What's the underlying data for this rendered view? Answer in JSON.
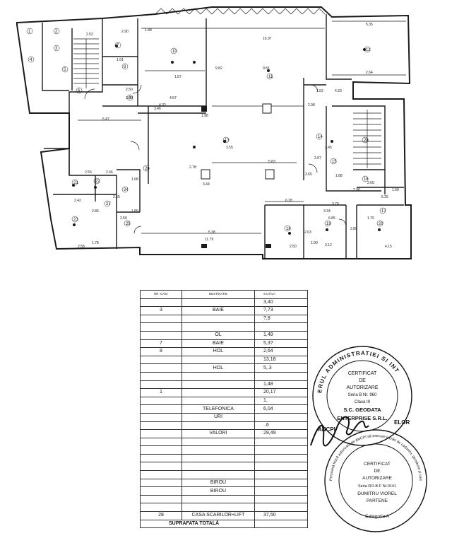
{
  "plan": {
    "dimension_labels": [
      "2.52",
      "2.90",
      "1.88",
      "16.97",
      "5.35",
      "9.81",
      "1.87",
      "1.61",
      "2.50",
      "3.46",
      "1.69",
      "4.57",
      "5.47",
      "2.56",
      "1.68",
      "1.89",
      "2.50",
      "2.42",
      "2.86",
      "2.55",
      "1.78",
      "2.58",
      "2.46",
      "4.32",
      "1.98",
      "3.44",
      "2.78",
      "2.65",
      "2.87",
      "2.45",
      "1.88",
      "2.98",
      "2.65",
      "3.70",
      "6.28",
      "5.38",
      "9.82",
      "11.79",
      "2.50",
      "3.12",
      "4.15",
      "2.64",
      "1.52",
      "4.29",
      "2.98",
      "5.25",
      "1.60",
      "6.85",
      "2.63",
      "3.34",
      "2.89",
      "1.70",
      "1.90",
      "3.55",
      "5.83"
    ],
    "room_numbers": [
      "1",
      "2",
      "3",
      "4",
      "5",
      "6",
      "7",
      "8",
      "9",
      "10",
      "11",
      "12",
      "13",
      "14",
      "15",
      "16",
      "17",
      "18",
      "19",
      "20",
      "21",
      "22",
      "23",
      "24",
      "25",
      "26",
      "27",
      "28"
    ]
  },
  "table": {
    "header": [
      "NR. CAM.",
      "DESTINATIE",
      "S.UTILA"
    ],
    "rows": [
      [
        "",
        "",
        "3,40"
      ],
      [
        "3",
        "BAIE",
        "?,73"
      ],
      [
        "",
        "",
        "?,8"
      ],
      [
        "",
        "",
        ""
      ],
      [
        "",
        "OL",
        "1,49"
      ],
      [
        "7",
        "BAIE",
        "5,3?"
      ],
      [
        "8",
        "HOL",
        "2,64"
      ],
      [
        "",
        "",
        "13,18"
      ],
      [
        "",
        "HOL",
        "5,.3"
      ],
      [
        "",
        "",
        ""
      ],
      [
        "",
        "",
        "1,48"
      ],
      [
        "1",
        "",
        "20,17"
      ],
      [
        "",
        "",
        "1,"
      ],
      [
        "",
        "TELEFONICA",
        "6,04"
      ],
      [
        "",
        "URI",
        ""
      ],
      [
        "",
        "",
        "..6"
      ],
      [
        "",
        "VALORI",
        "29,49"
      ],
      [
        "",
        "",
        ""
      ],
      [
        "",
        "",
        ""
      ],
      [
        "",
        "",
        ""
      ],
      [
        "",
        "",
        ""
      ],
      [
        "",
        "",
        ""
      ],
      [
        "",
        "BIROU",
        ""
      ],
      [
        "",
        "BIROU",
        ""
      ],
      [
        "",
        "",
        ""
      ],
      [
        "",
        "",
        ""
      ],
      [
        "28",
        "CASA SCARILOR+LIFT",
        "37,50"
      ]
    ],
    "total_label": "SUPRAFATA TOTALĂ",
    "total_value": ""
  },
  "stamp_top": {
    "arc_text": "ERUL ADMINISTRATIEI SI INT",
    "side_left": "ANCPI",
    "side_right": "ELOR",
    "lines": [
      "CERTIFICAT",
      "DE",
      "AUTORIZARE",
      "Seria B Nr. 960",
      "Clasa III",
      "S.C. GEODATA",
      "ENTERPRISE S.R.L."
    ]
  },
  "stamp_bottom": {
    "arc_text": "Persoană fizică autorizată de ANCPI să execute lucrări de cadastru, geodezie și cartografie",
    "lines": [
      "CERTIFICAT",
      "DE",
      "AUTORIZARE",
      "Seria RO-B-F Nr.0141",
      "DUMITRU VIOREL",
      "PARTENE",
      "Categoria A"
    ]
  }
}
